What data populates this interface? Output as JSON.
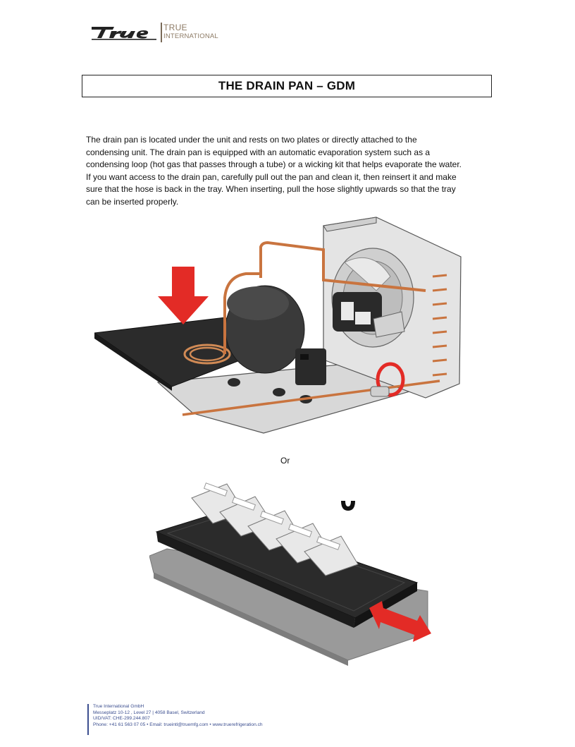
{
  "header": {
    "logo_alt": "True",
    "brand_line1": "TRUE",
    "brand_line2": "INTERNATIONAL"
  },
  "page_title": "THE DRAIN PAN – GDM",
  "body_lines": [
    "The drain pan is located under the unit and rests on two plates or directly attached to the",
    "condensing unit. The drain pan is equipped with an automatic evaporation system such as a",
    "condensing loop (hot gas that passes through a tube) or a wicking kit that helps evaporate the water.",
    "If you want access to the drain pan, carefully pull out the pan and clean it, then reinsert it and make",
    "sure that the hose is back in the tray. When inserting, pull the hose slightly upwards so that the tray",
    "can be inserted properly."
  ],
  "separator_text": "Or",
  "footer": {
    "line1": "True International GmbH",
    "line2": "Messeplatz 10-12 , Level 27 | 4058 Basel, Switzerland",
    "line3": "UID/VAT: CHE-299.244.807",
    "line4": "Phone: +41 61 563 07 05 • Email: trueintl@truemfg.com • www.truerefrigeration.ch"
  },
  "colors": {
    "arrow": "#e32b26",
    "pan": "#2b2b2b",
    "copper": "#c9743f",
    "footer_text": "#3b4e8f",
    "brand_text": "#8d7b65"
  }
}
